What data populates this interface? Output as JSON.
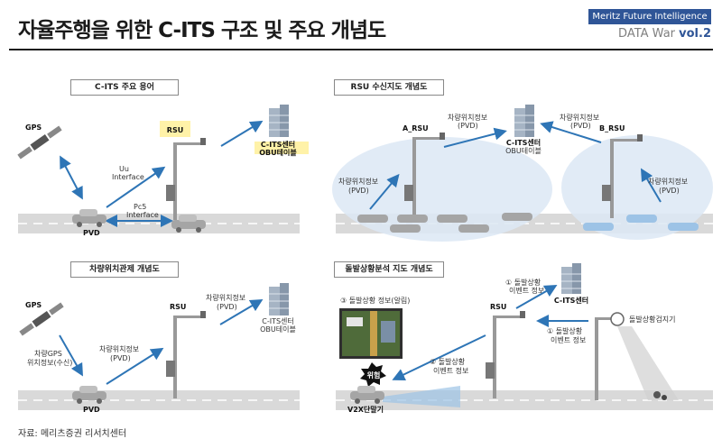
{
  "header": {
    "title": "자율주행을 위한 C-ITS 구조 및 주요 개념도",
    "brand": "Meritz Future Intelligence",
    "series_prefix": "DATA War ",
    "series_vol": "vol.2"
  },
  "panel1": {
    "title": "C-ITS 주요 용어",
    "gps": "GPS",
    "rsu": "RSU",
    "center_line1": "C-ITS센터",
    "center_line2": "OBU테이블",
    "uu_line1": "Uu",
    "uu_line2": "Interface",
    "pc5_line1": "Pc5",
    "pc5_line2": "Interface",
    "pvd": "PVD"
  },
  "panel2": {
    "title": "RSU 수신지도 개념도",
    "a_rsu": "A_RSU",
    "b_rsu": "B_RSU",
    "center_line1": "C-ITS센터",
    "center_line2": "OBU테이블",
    "left_info_line1": "차량위치정보",
    "left_info_line2": "(PVD)",
    "right_info_line1": "차량위치정보",
    "right_info_line2": "(PVD)",
    "left_cloud_line1": "차량위치정보",
    "left_cloud_line2": "(PVD)",
    "right_cloud_line1": "차량위치정보",
    "right_cloud_line2": "(PVD)"
  },
  "panel3": {
    "title": "차량위치관제 개념도",
    "gps": "GPS",
    "rsu": "RSU",
    "center_line1": "C-ITS센터",
    "center_line2": "OBU테이블",
    "gps_info_line1": "차량GPS",
    "gps_info_line2": "위치정보(수신)",
    "car_info_line1": "차량위치정보",
    "car_info_line2": "(PVD)",
    "rsu_info_line1": "차량위치정보",
    "rsu_info_line2": "(PVD)",
    "pvd": "PVD"
  },
  "panel4": {
    "title": "돌발상황분석 지도 개념도",
    "rsu": "RSU",
    "center": "C-ITS센터",
    "detector": "돌발상황검지기",
    "step1_line1": "① 돌발상황",
    "step1_line2": "이벤트 정보",
    "step2_line1": "② 돌발상황",
    "step2_line2": "이벤트 정보",
    "step3": "③ 돌발상황 정보(알림)",
    "detector_msg_line1": "① 돌발상황",
    "detector_msg_line2": "이벤트 정보",
    "danger": "위험",
    "v2x": "V2X단말기"
  },
  "source": "자료: 메리츠증권 리서치센터",
  "colors": {
    "brand": "#2f5597",
    "arrow": "#2e75b6",
    "highlight": "#fff2a8",
    "cloud": "#dce8f5",
    "road": "#d9d9d9"
  }
}
